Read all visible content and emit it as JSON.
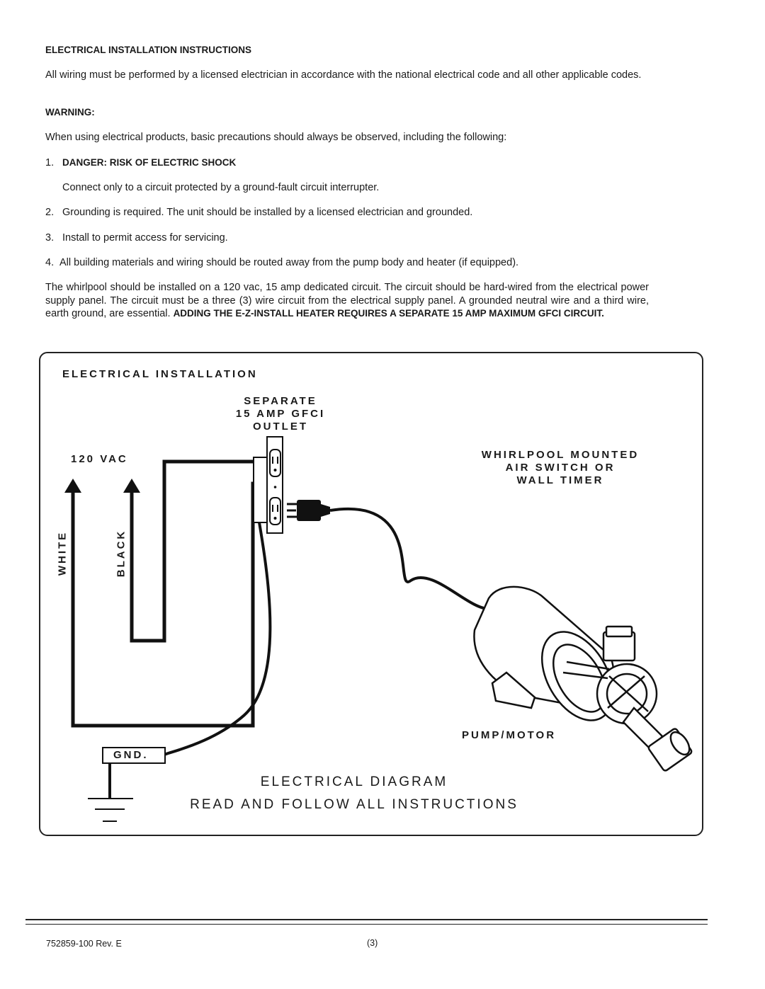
{
  "instructions": {
    "heading": "ELECTRICAL INSTALLATION INSTRUCTIONS",
    "intro": "All wiring must be performed by a licensed electrician in accordance with the national electrical code and all other applicable codes.",
    "warning_heading": "WARNING:",
    "warning_text": "When using electrical products, basic precautions should always be observed, including the following:",
    "items": [
      {
        "number": "1.",
        "title": "DANGER:  RISK OF ELECTRIC SHOCK",
        "text": "Connect only to a circuit protected by a ground-fault circuit interrupter."
      },
      {
        "number": "2.",
        "text": "Grounding is required.  The unit should be installed by a licensed electrician and grounded."
      },
      {
        "number": "3.",
        "text": "Install to permit access for servicing."
      },
      {
        "number": "4.",
        "text": "All building materials and wiring should be routed away from the pump body and heater (if equipped)."
      }
    ],
    "circuit_text": "The whirlpool should be installed on a 120 vac, 15 amp dedicated circuit.  The circuit should be hard-wired from the electrical power supply panel.  The circuit must be a three (3) wire circuit from the electrical supply panel.  A grounded neutral wire and a third wire, earth ground, are essential.",
    "circuit_bold": "ADDING THE E-Z-INSTALL HEATER REQUIRES A SEPARATE 15 AMP MAXIMUM GFCI CIRCUIT."
  },
  "diagram": {
    "title": "ELECTRICAL INSTALLATION",
    "outlet_label": [
      "SEPARATE",
      "15 AMP GFCI",
      "OUTLET"
    ],
    "voltage_label": "120 VAC",
    "switch_label": [
      "WHIRLPOOL MOUNTED",
      "AIR SWITCH OR",
      "WALL TIMER"
    ],
    "white_label": "WHITE",
    "black_label": "BLACK",
    "pump_label": "PUMP/MOTOR",
    "ground_label": "GND.",
    "caption_1": "ELECTRICAL DIAGRAM",
    "caption_2": "READ AND FOLLOW ALL INSTRUCTIONS"
  },
  "footer": {
    "doc_number": "752859-100 Rev. E",
    "page": "(3)"
  }
}
